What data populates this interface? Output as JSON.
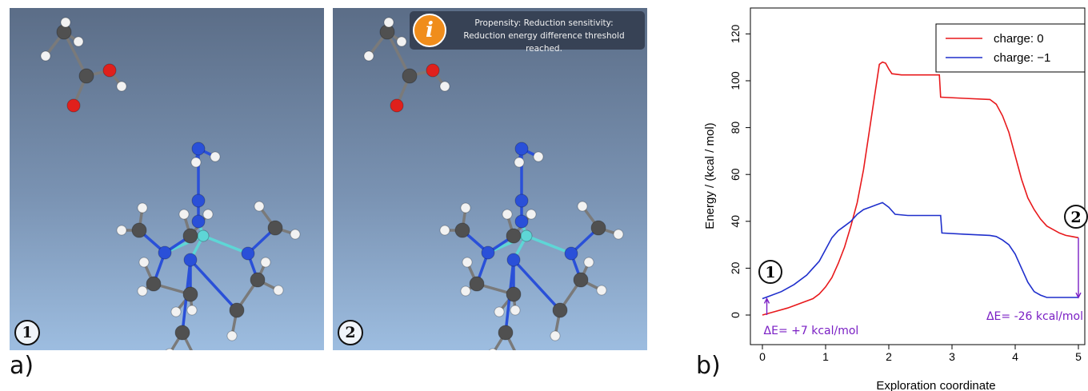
{
  "panels": {
    "a_caption": "a)",
    "b_caption": "b)",
    "left_marker": "1",
    "right_marker": "2",
    "toast_line1": "Propensity: Reduction sensitivity:",
    "toast_line2": "Reduction energy difference threshold reached.",
    "toast_icon": "i"
  },
  "colors": {
    "charge0": "#e8191c",
    "charge_minus1": "#1f2fcc",
    "annotation": "#7a1fc4",
    "carbon": "#505050",
    "oxygen": "#e0201c",
    "nitrogen": "#2a50d8",
    "hydrogen": "#f2f2f2",
    "metal": "#5ed6d6"
  },
  "chart_data": {
    "type": "line",
    "xlabel": "Exploration coordinate",
    "ylabel": "Energy / (kcal / mol)",
    "xlim": [
      -0.2,
      5.0
    ],
    "ylim": [
      -15,
      130
    ],
    "xticks": [
      "0",
      "1",
      "2",
      "3",
      "4",
      "5"
    ],
    "yticks": [
      "0",
      "20",
      "40",
      "60",
      "80",
      "100",
      "120"
    ],
    "legend_position": "top-right",
    "legend": [
      "charge:  0",
      "charge: −1"
    ],
    "series": [
      {
        "name": "charge:  0",
        "x": [
          0,
          0.2,
          0.4,
          0.6,
          0.8,
          0.9,
          1.0,
          1.1,
          1.2,
          1.3,
          1.4,
          1.5,
          1.6,
          1.7,
          1.8,
          1.85,
          1.9,
          1.95,
          2.0,
          2.05,
          2.2,
          2.5,
          2.8,
          2.82,
          3.2,
          3.6,
          3.7,
          3.8,
          3.9,
          4.0,
          4.1,
          4.2,
          4.3,
          4.4,
          4.5,
          4.6,
          4.7,
          4.8,
          4.9,
          5.0
        ],
        "y": [
          0,
          1.5,
          3,
          5,
          7,
          9,
          12,
          16,
          22,
          29,
          38,
          48,
          62,
          80,
          98,
          107,
          108,
          107.5,
          105,
          103,
          102.5,
          102.5,
          102.5,
          93,
          92.5,
          92,
          90,
          85,
          78,
          68,
          58,
          50,
          45,
          41,
          38,
          36.5,
          35,
          34,
          33.5,
          33
        ]
      },
      {
        "name": "charge: −1",
        "x": [
          0,
          0.1,
          0.3,
          0.5,
          0.7,
          0.9,
          1.0,
          1.1,
          1.2,
          1.3,
          1.4,
          1.5,
          1.6,
          1.7,
          1.8,
          1.9,
          2.0,
          2.1,
          2.3,
          2.6,
          2.82,
          2.84,
          3.2,
          3.6,
          3.7,
          3.8,
          3.9,
          4.0,
          4.1,
          4.2,
          4.3,
          4.4,
          4.5,
          4.6,
          4.7,
          4.8,
          4.9,
          5.0
        ],
        "y": [
          7,
          8,
          10,
          13,
          17,
          23,
          28,
          33,
          36,
          38,
          40,
          43,
          45,
          46,
          47,
          48,
          46,
          43,
          42.5,
          42.5,
          42.5,
          35,
          34.5,
          34,
          33.5,
          32,
          30,
          26,
          20,
          14,
          10,
          8.5,
          7.5,
          7.5,
          7.5,
          7.5,
          7.5,
          7.5
        ]
      }
    ],
    "annotations": [
      {
        "label": "ΔE= +7 kcal/mol",
        "x": 0.07,
        "y_from": 0,
        "y_to": 7
      },
      {
        "label": "ΔE= -26 kcal/mol",
        "x": 5.0,
        "y_from": 33,
        "y_to": 7.5
      }
    ]
  }
}
